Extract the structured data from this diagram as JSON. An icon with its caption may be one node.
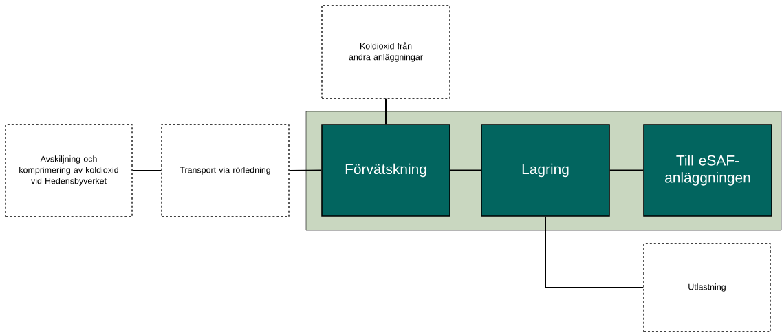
{
  "diagram": {
    "nodes": [
      {
        "text": [
          "Avskiljning och komprimering av koldioxid vid Hedensbyverket"
        ]
      },
      {
        "text": [
          "Transport via rörledning"
        ]
      },
      {
        "text": [
          "Koldioxid från andra anläggningar"
        ]
      },
      {
        "text": [],
        "shape": "box"
      },
      {
        "text": [
          "Förvätskning"
        ],
        "in": 3
      },
      {
        "text": [
          "Lagring"
        ],
        "in": 3
      },
      {
        "text": [
          "Till eSAF-anläggningen"
        ],
        "in": 3
      },
      {
        "text": [
          "Utlastning"
        ]
      }
    ],
    "edges": [
      {
        "from": 0,
        "to": 1,
        "arrow": "none"
      },
      {
        "from": 1,
        "to": 4,
        "arrow": "none"
      },
      {
        "from": 2,
        "to": 4,
        "arrow": "none"
      },
      {
        "from": 4,
        "to": 5,
        "arrow": "none"
      },
      {
        "from": 5,
        "to": 6,
        "arrow": "none"
      },
      {
        "from": 5,
        "to": 7,
        "arrow": "none"
      }
    ]
  }
}
